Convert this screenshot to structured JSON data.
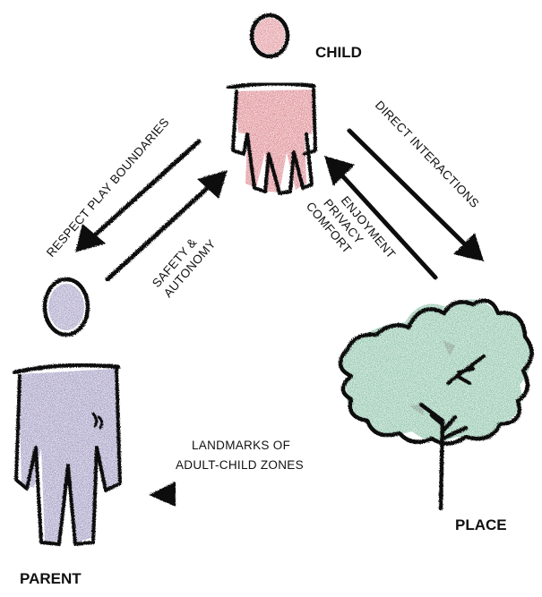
{
  "nodes": {
    "child": {
      "label": "CHILD",
      "color": "#c8424e",
      "icon": "person-icon"
    },
    "parent": {
      "label": "PARENT",
      "color": "#6b5f9e",
      "icon": "person-icon"
    },
    "place": {
      "label": "PLACE",
      "color": "#3f9a6e",
      "icon": "tree-icon"
    }
  },
  "edges": {
    "respect_play_boundaries": {
      "label": "RESPECT PLAY BOUNDARIES",
      "from": "child",
      "to": "parent"
    },
    "safety_autonomy": {
      "lines": [
        "SAFETY &",
        "AUTONOMY"
      ],
      "from": "parent",
      "to": "child"
    },
    "direct_interactions": {
      "label": "DIRECT INTERACTIONS",
      "from": "child",
      "to": "place"
    },
    "enjoyment_privacy_comfort": {
      "lines": [
        "ENJOYMENT",
        "PRIVACY",
        "COMFORT"
      ],
      "from": "place",
      "to": "child"
    },
    "landmarks": {
      "lines": [
        "LANDMARKS OF",
        "ADULT-CHILD ZONES"
      ],
      "from": "place",
      "to": "parent"
    }
  },
  "colors": {
    "ink": "#111111"
  }
}
